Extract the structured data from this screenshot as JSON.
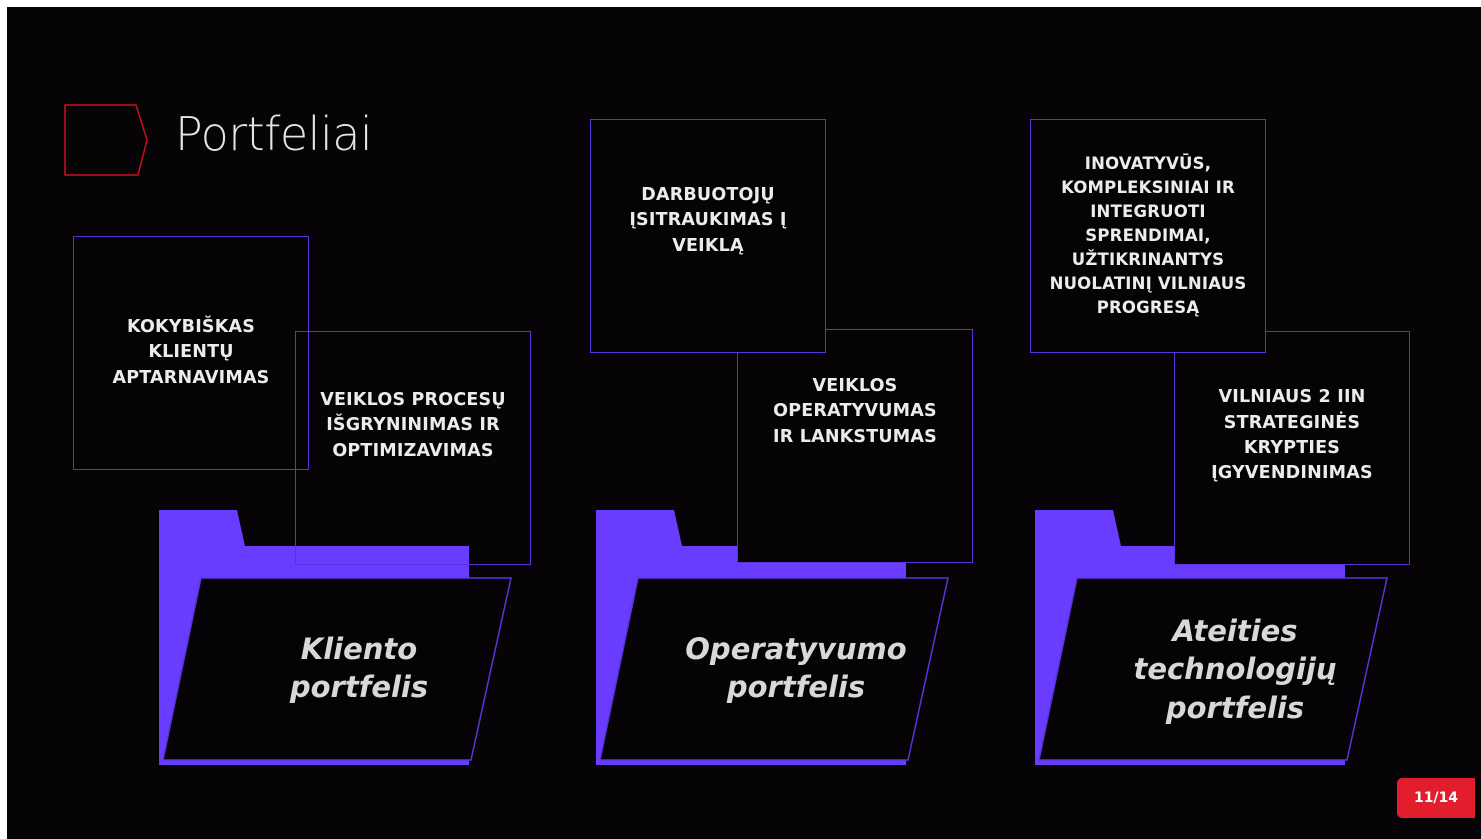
{
  "title": "Portfeliai",
  "accent_color": "#6a3cff",
  "border_color": "#5b34d9",
  "brand_red": "#e21d2c",
  "portfolios": [
    {
      "name": "Kliento portfelis",
      "label_lines": [
        "Kliento",
        "portfelis"
      ],
      "goals": [
        {
          "lines": [
            "KOKYBIŠKAS",
            "KLIENTŲ",
            "APTARNAVIMAS"
          ]
        },
        {
          "lines": [
            "VEIKLOS PROCESŲ",
            "IŠGRYNINIMAS IR",
            "OPTIMIZAVIMAS"
          ]
        }
      ]
    },
    {
      "name": "Operatyvumo portfelis",
      "label_lines": [
        "Operatyvumo",
        "portfelis"
      ],
      "goals": [
        {
          "lines": [
            "DARBUOTOJŲ",
            "ĮSITRAUKIMAS Į",
            "VEIKLĄ"
          ]
        },
        {
          "lines": [
            "VEIKLOS",
            "OPERATYVUMAS",
            "IR LANKSTUMAS"
          ]
        }
      ]
    },
    {
      "name": "Ateities technologijų portfelis",
      "label_lines": [
        "Ateities",
        "technologijų",
        "portfelis"
      ],
      "goals": [
        {
          "lines": [
            "INOVATYVŪS,",
            "KOMPLEKSINIAI IR",
            "INTEGRUOTI",
            "SPRENDIMAI,",
            "UŽTIKRINANTYS",
            "NUOLATINĮ VILNIAUS",
            "PROGRESĄ"
          ]
        },
        {
          "lines": [
            "VILNIAUS 2 IIN",
            "STRATEGINĖS",
            "KRYPTIES",
            "ĮGYVENDINIMAS"
          ]
        }
      ]
    }
  ],
  "page_indicator": "11/14"
}
